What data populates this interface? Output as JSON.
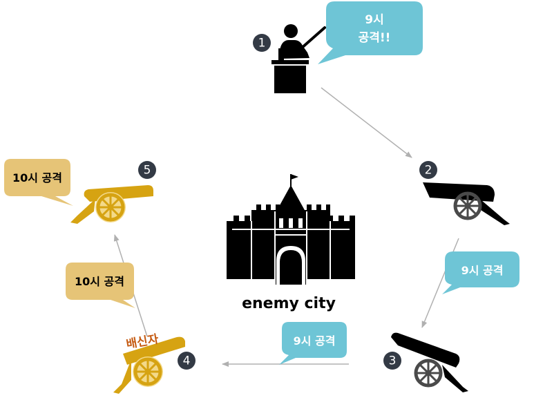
{
  "colors": {
    "blue_bubble": "#6ec5d6",
    "gold_bubble": "#e6c477",
    "traitor_cannon": "#d6a312",
    "loyal_cannon": "#000000",
    "node_circle": "#333a45",
    "arrow": "#b0b0b0",
    "traitor_label": "#c55a11"
  },
  "commander": {
    "icon": "presenter-at-podium-icon",
    "number": "1",
    "speech_line1": "9시",
    "speech_line2": "공격!!"
  },
  "nodes": [
    {
      "number": "2",
      "icon": "cannon-icon",
      "role": "loyal",
      "speech": "9시 공격"
    },
    {
      "number": "3",
      "icon": "cannon-icon",
      "role": "loyal",
      "speech": "9시 공격"
    },
    {
      "number": "4",
      "icon": "cannon-icon",
      "role": "traitor",
      "label": "배신자",
      "speech": "10시 공격"
    },
    {
      "number": "5",
      "icon": "cannon-icon",
      "role": "deceived",
      "speech": "10시 공격"
    }
  ],
  "target": {
    "icon": "castle-icon",
    "label": "enemy city"
  }
}
